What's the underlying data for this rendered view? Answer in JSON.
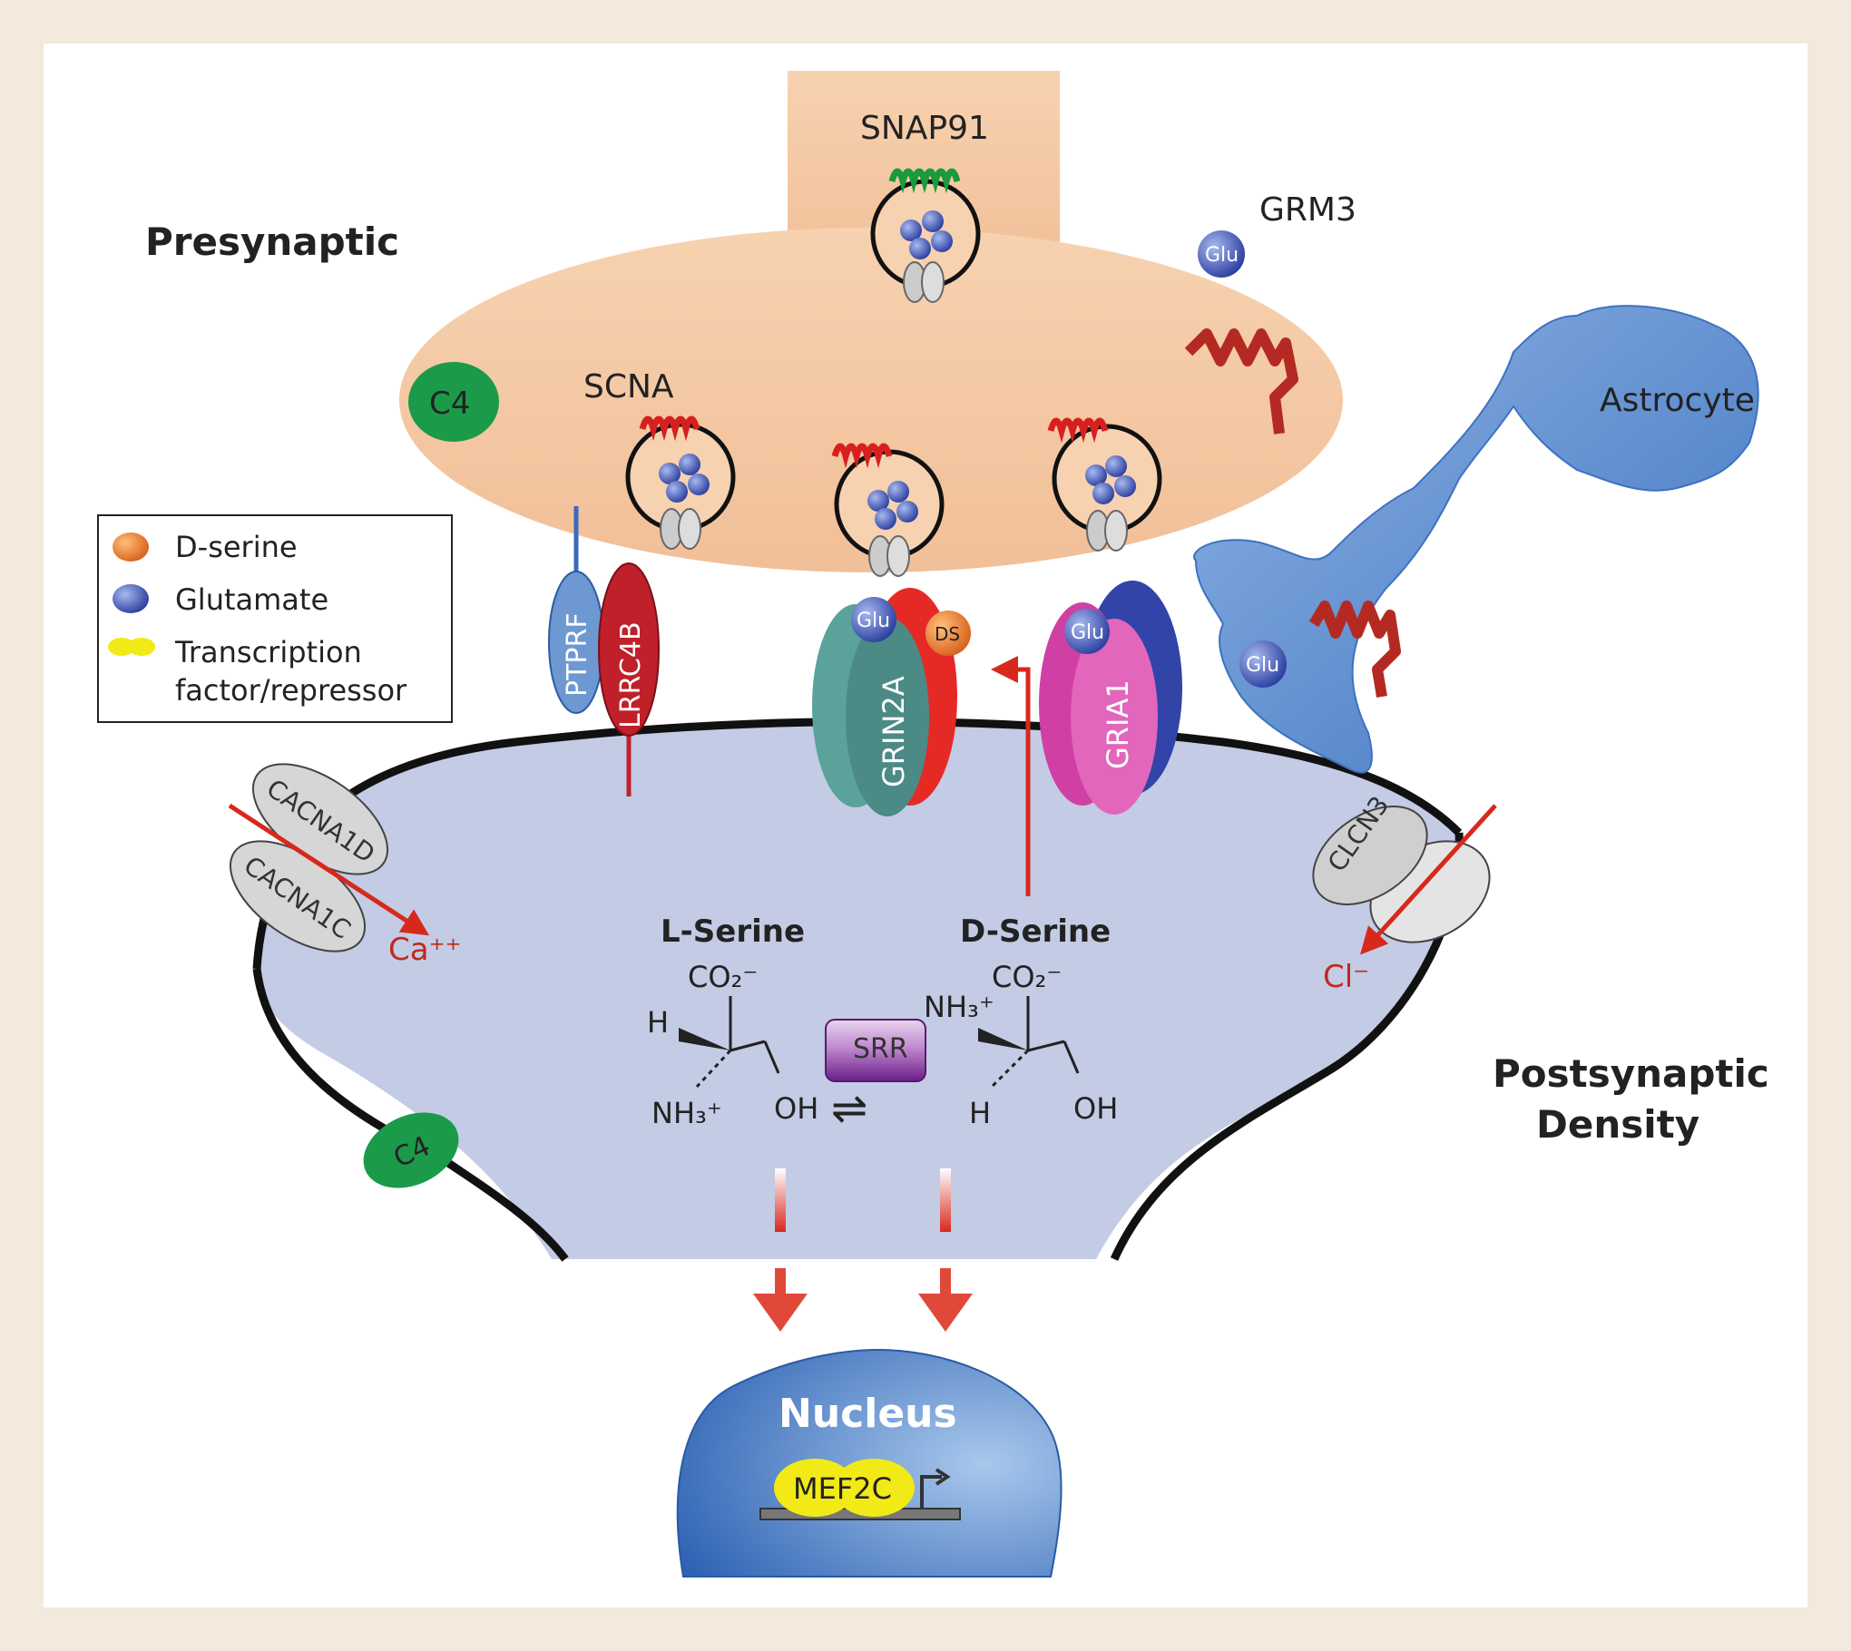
{
  "regions": {
    "presynaptic": "Presynaptic",
    "postsynaptic_line1": "Postsynaptic",
    "postsynaptic_line2": "Density",
    "astrocyte": "Astrocyte",
    "nucleus": "Nucleus"
  },
  "legend": {
    "items": [
      {
        "icon": "d-serine-icon",
        "label": "D-serine",
        "color": "#e8742a"
      },
      {
        "icon": "glutamate-icon",
        "label": "Glutamate",
        "color": "#3a52b8"
      },
      {
        "icon": "transcription-factor-icon",
        "label_line1": "Transcription",
        "label_line2": "factor/repressor",
        "color": "#f2ea16"
      }
    ]
  },
  "proteins": {
    "snap91": "SNAP91",
    "grm3": "GRM3",
    "scna": "SCNA",
    "c4_top": "C4",
    "c4_bottom": "C4",
    "ptprf": "PTPRF",
    "lrrc4b": "LRRC4B",
    "grin2a": "GRIN2A",
    "gria1": "GRIA1",
    "cacna1d": "CACNA1D",
    "cacna1c": "CACNA1C",
    "clcn3": "CLCN3",
    "srr": "SRR",
    "mef2c": "MEF2C",
    "glu": "Glu",
    "ds": "DS"
  },
  "ions": {
    "calcium": "Ca⁺⁺",
    "chloride": "Cl⁻"
  },
  "chemistry": {
    "l_serine": "L-Serine",
    "d_serine": "D-Serine",
    "co2": "CO₂⁻",
    "h": "H",
    "nh3": "NH₃⁺",
    "oh": "OH",
    "equilibrium": "⇌"
  },
  "colors": {
    "presynaptic": "#f5c9a2",
    "postsynaptic": "#c3cbe5",
    "astrocyte": "#6d9ad2",
    "nucleus": "#4a7cc6",
    "arrow": "#d8281c",
    "c4": "#1b9a4a",
    "lrrc4b": "#c0202a",
    "srr": "#8b2a9a"
  }
}
